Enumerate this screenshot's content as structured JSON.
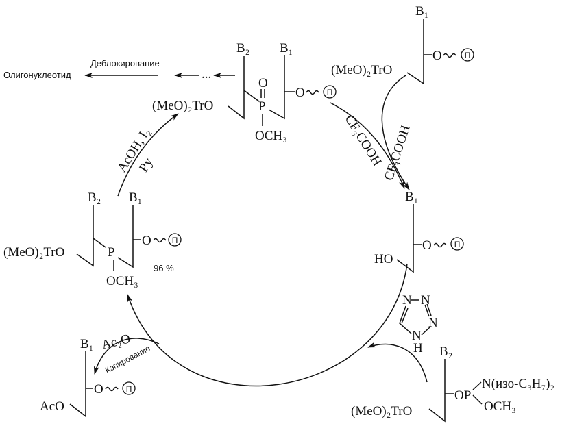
{
  "title": "Oligonucleotide synthesis cycle (phosphoramidite method)",
  "product": {
    "label": "Олигонуклеотид",
    "step": "Деблокирование",
    "ellipsis": "..."
  },
  "common": {
    "support": "П",
    "oxygen": "O",
    "trityl": "(MeO)₂TrO",
    "methoxy": "OCH₃",
    "phosphorus": "P",
    "b1": "B₁",
    "b2": "B₂"
  },
  "oxidized_dimer": {
    "oxo": "O"
  },
  "starting_nucleoside": {},
  "deblocking": {
    "reagent_1": "CF₃COOH",
    "reagent_2": "CF₃COOH"
  },
  "free_hydroxyl": {
    "ho": "HO"
  },
  "tetrazole": {
    "n": "N",
    "h": "H"
  },
  "phosphoramidite": {
    "op": "OP",
    "amine": "N(изо-C₃H₇)₂"
  },
  "capping": {
    "reagent": "Ac₂O",
    "step": "Кэпирование",
    "aco": "AcO"
  },
  "phosphite_dimer": {
    "yield": "96 %"
  },
  "oxidation": {
    "reagent": "AcOH, I₂",
    "base": "Py"
  }
}
